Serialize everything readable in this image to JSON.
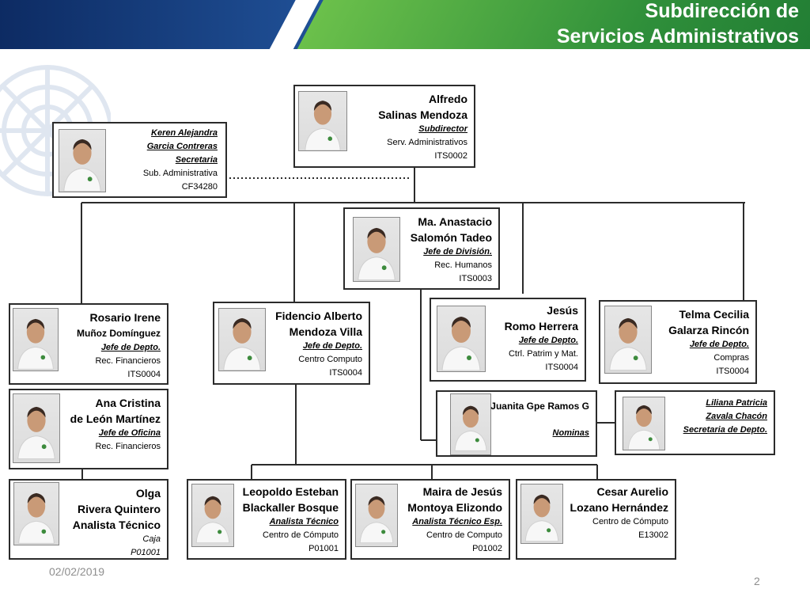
{
  "header": {
    "title_line1": "Subdirección de",
    "title_line2": "Servicios Administrativos"
  },
  "colors": {
    "banner_blue": "#1f4f95",
    "banner_green": "#2f8f3a",
    "card_border": "#2b2b2b"
  },
  "cards": {
    "alfredo": {
      "line1": "Alfredo",
      "line2": "Salinas Mendoza",
      "role": "Subdirector",
      "info1": "Serv. Administrativos",
      "info2": "ITS0002"
    },
    "keren": {
      "line1": "Keren  Alejandra",
      "line2": "Garcia Contreras",
      "role": "Secretaria",
      "info1": "Sub. Administrativa",
      "info2": "CF34280"
    },
    "anastacio": {
      "line1": "Ma. Anastacio",
      "line2": "Salomón Tadeo",
      "role": "Jefe de División.",
      "info1": "Rec.  Humanos",
      "info2": "ITS0003"
    },
    "rosario": {
      "line1": "Rosario Irene",
      "line2": "Muñoz Domínguez",
      "role": "Jefe de Depto.",
      "info1": "Rec. Financieros",
      "info2": "ITS0004"
    },
    "fidencio": {
      "line1": "Fidencio Alberto",
      "line2": "Mendoza Villa",
      "role": "Jefe de Depto.",
      "info1": "Centro Computo",
      "info2": "ITS0004"
    },
    "jesus": {
      "line1": "Jesús",
      "line2": "Romo Herrera",
      "role": "Jefe de Depto.",
      "info1": "Ctrl. Patrim y Mat.",
      "info2": "ITS0004"
    },
    "telma": {
      "line1": "Telma Cecilia",
      "line2": "Galarza Rincón",
      "role": "Jefe de Depto.",
      "info1": "Compras",
      "info2": "ITS0004"
    },
    "ana": {
      "line1": "Ana Cristina",
      "line2": "de León Martínez",
      "role": "Jefe de Oficina",
      "info1": "Rec. Financieros"
    },
    "juanita": {
      "line1": "Juanita Gpe Ramos G",
      "role": "Nominas"
    },
    "liliana": {
      "line1": "Liliana Patricia",
      "line2": "Zavala Chacón",
      "line3": "Secretaria de Depto."
    },
    "olga": {
      "line1": "Olga",
      "line2": "Rivera Quintero",
      "line3": "Analista Técnico",
      "info1": "Caja",
      "info2": "P01001"
    },
    "leopoldo": {
      "line1": "Leopoldo Esteban",
      "line2": "Blackaller Bosque",
      "role": "Analista Técnico",
      "info1": "Centro de Cómputo",
      "info2": "P01001"
    },
    "maira": {
      "line1": "Maira de Jesús",
      "line2": "Montoya Elizondo",
      "role": "Analista Técnico  Esp.",
      "info1": "Centro de Computo",
      "info2": "P01002"
    },
    "cesar": {
      "line1": "Cesar Aurelio",
      "line2": "Lozano Hernández",
      "info1": "Centro de Cómputo",
      "info2": "E13002"
    }
  },
  "footer": {
    "date": "02/02/2019",
    "page": "2"
  }
}
